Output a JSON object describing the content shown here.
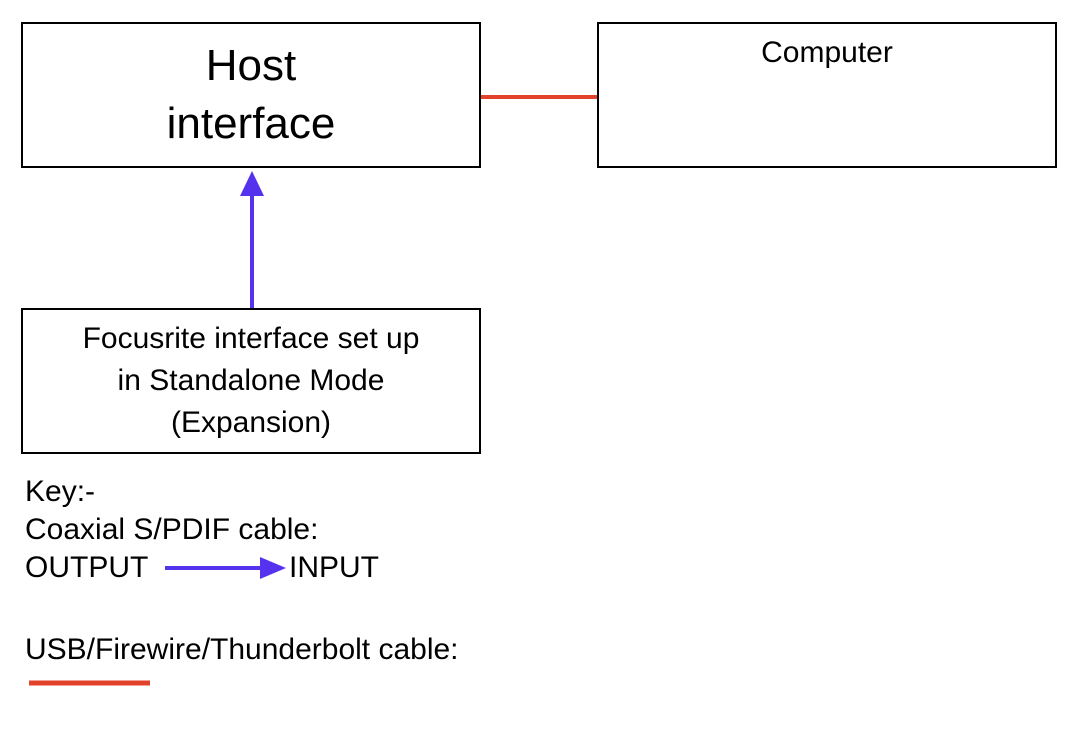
{
  "boxes": {
    "host": {
      "lines": [
        "Host",
        "interface"
      ]
    },
    "computer": {
      "label": "Computer"
    },
    "focusrite": {
      "lines": [
        "Focusrite interface set up",
        "in Standalone Mode",
        "(Expansion)"
      ]
    }
  },
  "key": {
    "title": "Key:-",
    "coaxial_label": "Coaxial S/PDIF cable:",
    "output_label": "OUTPUT",
    "input_label": "INPUT",
    "usb_label": "USB/Firewire/Thunderbolt cable:"
  },
  "colors": {
    "spdif": "#5533ee",
    "usb": "#e2412a",
    "border": "#000000"
  }
}
